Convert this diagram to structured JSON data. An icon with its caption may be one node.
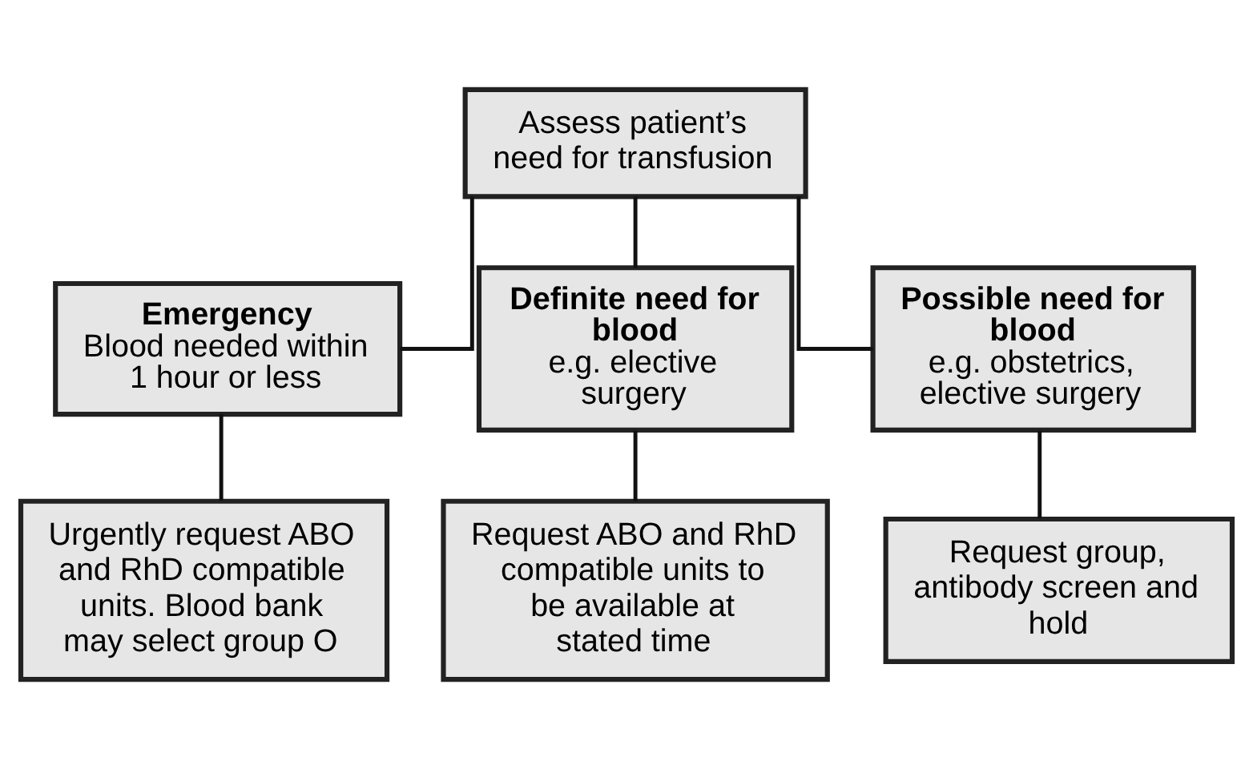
{
  "diagram": {
    "nodes": [
      {
        "text": [
          "Assess patient’s need for transfusion"
        ]
      },
      {
        "text": [
          "Emergency",
          "Blood needed within 1 hour or less"
        ]
      },
      {
        "text": [
          "Definite need for blood",
          "e.g. elective surgery"
        ]
      },
      {
        "text": [
          "Possible need for blood",
          "e.g. obstetrics, elective surgery"
        ]
      },
      {
        "text": [
          "Urgently request ABO and RhD compatible units. Blood bank may select group O"
        ]
      },
      {
        "text": [
          "Request ABO and RhD compatible units to be available at stated time"
        ]
      },
      {
        "text": [
          "Request group, antibody screen and hold"
        ]
      }
    ],
    "edges": [
      {
        "from": 0,
        "to": 1,
        "arrow": "none"
      },
      {
        "from": 0,
        "to": 2,
        "arrow": "none"
      },
      {
        "from": 0,
        "to": 3,
        "arrow": "none"
      },
      {
        "from": 1,
        "to": 4,
        "arrow": "none"
      },
      {
        "from": 2,
        "to": 5,
        "arrow": "none"
      },
      {
        "from": 3,
        "to": 6,
        "arrow": "none"
      }
    ]
  }
}
